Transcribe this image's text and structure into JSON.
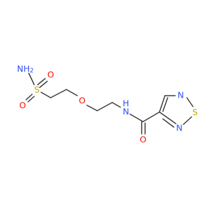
{
  "molecule": {
    "atoms": [
      {
        "id": "nh2",
        "symbol": "NH",
        "sub": "2",
        "element": "N"
      },
      {
        "id": "s1",
        "symbol": "S",
        "element": "S"
      },
      {
        "id": "o1",
        "symbol": "O",
        "element": "O"
      },
      {
        "id": "o2",
        "symbol": "O",
        "element": "O"
      },
      {
        "id": "o3",
        "symbol": "O",
        "element": "O"
      },
      {
        "id": "nh",
        "symbol": "N",
        "h": "H",
        "element": "N"
      },
      {
        "id": "o4",
        "symbol": "O",
        "element": "O"
      },
      {
        "id": "n_r1",
        "symbol": "N",
        "element": "N"
      },
      {
        "id": "s_r",
        "symbol": "S",
        "element": "S"
      },
      {
        "id": "n_r2",
        "symbol": "N",
        "element": "N"
      }
    ]
  },
  "colors": {
    "bond": "#3a3a3a",
    "N": "#3050F8",
    "O": "#FF0D0D",
    "S": "#C8A800"
  }
}
